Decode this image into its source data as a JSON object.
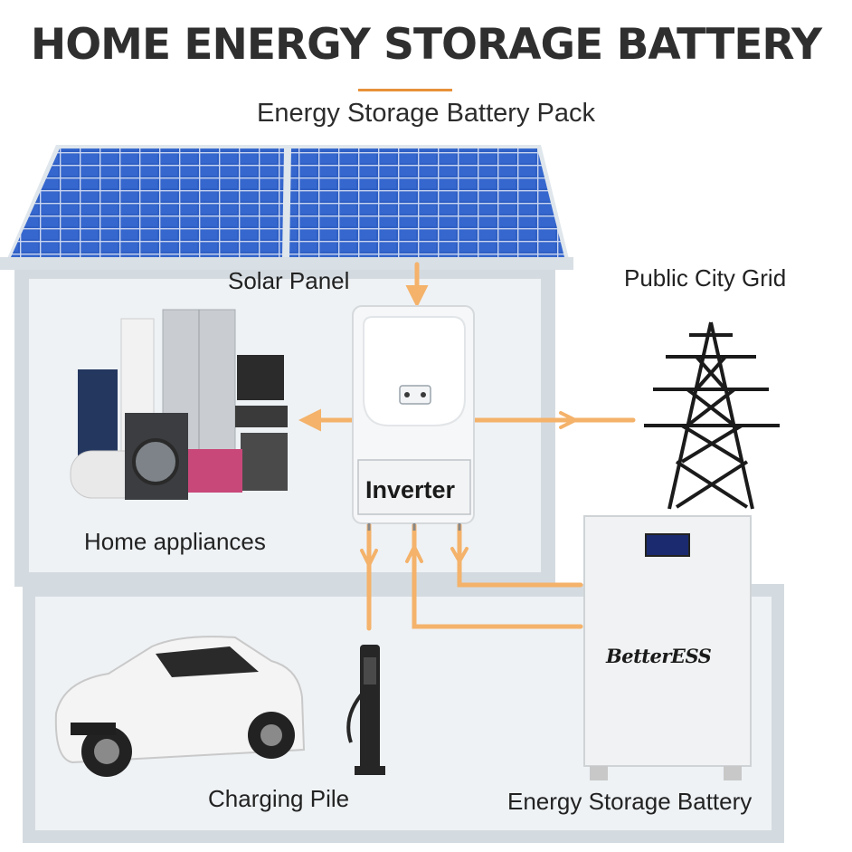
{
  "title": "HOME ENERGY STORAGE BATTERY",
  "subtitle": "Energy Storage Battery Pack",
  "labels": {
    "solar_panel": "Solar Panel",
    "public_grid": "Public City Grid",
    "home_appliances": "Home appliances",
    "inverter": "Inverter",
    "charging_pile": "Charging Pile",
    "energy_storage_battery": "Energy Storage Battery"
  },
  "brand": "BetterESS",
  "colors": {
    "flow_line": "#f4b26a",
    "title_accent": "#e8913a",
    "house_wall": "#d4dbe0",
    "house_fill": "#eef2f5",
    "solar_blue": "#2f5fc4"
  }
}
